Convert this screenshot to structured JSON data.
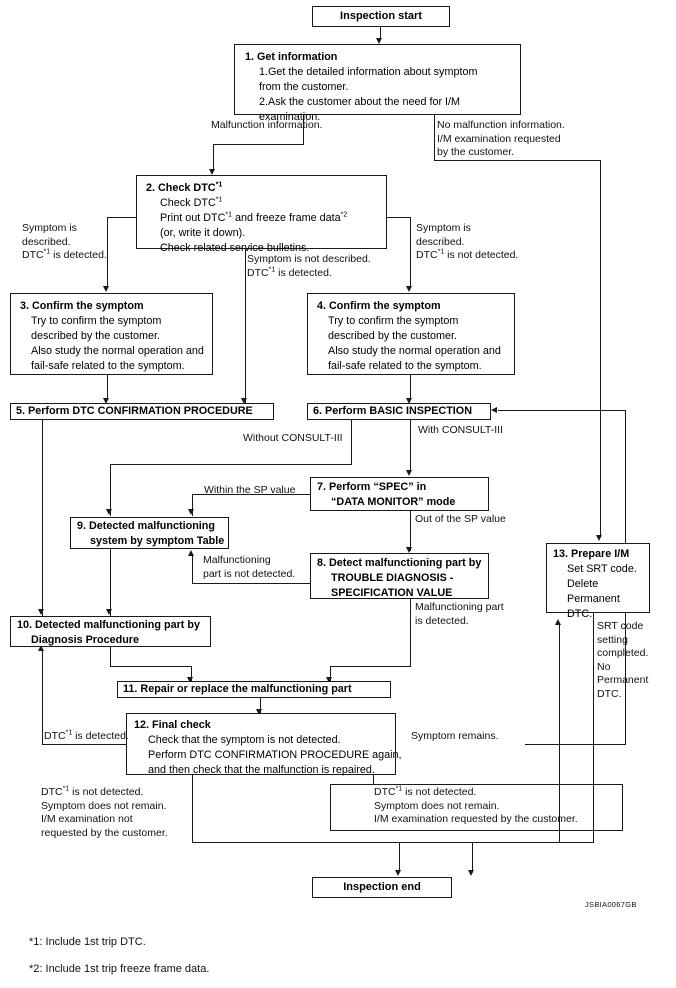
{
  "figure": {
    "code": "JSBIA0067GB"
  },
  "nodes": {
    "start": {
      "label": "Inspection start"
    },
    "end": {
      "label": "Inspection end"
    },
    "n1": {
      "title": "1. Get information",
      "lines": [
        "1.Get the detailed information about symptom",
        "   from the customer.",
        "2.Ask the customer about the need for I/M",
        "   examination."
      ]
    },
    "n2": {
      "title": "2. Check DTC*1",
      "lines": [
        "Check DTC*1",
        "Print out DTC*1 and freeze frame data*2",
        "(or, write it down).",
        "Check related service bulletins."
      ]
    },
    "n3": {
      "title": "3. Confirm the symptom",
      "lines": [
        "Try to confirm the symptom",
        "described by the customer.",
        "Also study the normal operation and",
        "fail-safe related to the symptom."
      ]
    },
    "n4": {
      "title": "4. Confirm the symptom",
      "lines": [
        "Try to confirm the symptom",
        "described by the customer.",
        "Also study the normal operation and",
        "fail-safe related to the symptom."
      ]
    },
    "n5": {
      "title": "5. Perform DTC CONFIRMATION PROCEDURE"
    },
    "n6": {
      "title": "6. Perform BASIC INSPECTION"
    },
    "n7": {
      "title": "7. Perform “SPEC” in",
      "lines": [
        "“DATA MONITOR” mode"
      ]
    },
    "n8": {
      "title": "8. Detect malfunctioning part by",
      "lines": [
        "TROUBLE DIAGNOSIS -",
        "SPECIFICATION VALUE"
      ]
    },
    "n9": {
      "title": "9. Detected malfunctioning",
      "lines": [
        "system by symptom Table"
      ]
    },
    "n10": {
      "title": "10. Detected malfunctioning part by",
      "lines": [
        "Diagnosis Procedure"
      ]
    },
    "n11": {
      "title": "11. Repair or replace the malfunctioning part"
    },
    "n12": {
      "title": "12. Final check",
      "lines": [
        "Check that the symptom is not detected.",
        "Perform DTC CONFIRMATION PROCEDURE again,",
        "and then check that the malfunction is repaired."
      ]
    },
    "n13": {
      "title": "13. Prepare I/M",
      "lines": [
        "Set SRT code.",
        "Delete",
        "Permanent",
        "DTC."
      ]
    }
  },
  "edge_labels": {
    "malfunction_information": "Malfunction information.",
    "no_malfunction": "No malfunction information.\nI/M examination requested\nby the customer.",
    "sym_desc_dtc_detected": "Symptom is\ndescribed.\nDTC*1 is detected.",
    "sym_not_desc_dtc_detected": "Symptom is not described.\nDTC*1 is detected.",
    "sym_desc_dtc_not_detected": "Symptom is\ndescribed.\nDTC*1 is not detected.",
    "without_consult": "Without CONSULT-III",
    "with_consult": "With CONSULT-III",
    "within_sp": "Within the SP value",
    "out_of_sp": "Out of the SP value",
    "part_not_detected": "Malfunctioning\npart is not detected.",
    "part_detected": "Malfunctioning part\nis detected.",
    "dtc_detected": "DTC*1 is detected.",
    "symptom_remains": "Symptom remains.",
    "srt_completed": "SRT code\nsetting\ncompleted.\nNo\nPermanent\nDTC.",
    "final_left": "DTC*1 is not detected.\nSymptom does not remain.\nI/M examination not\nrequested by the customer.",
    "final_right": "DTC*1 is not detected.\nSymptom does not remain.\nI/M examination requested by the customer."
  },
  "footnotes": [
    "*1: Include 1st trip DTC.",
    "*2: Include 1st trip freeze frame data."
  ]
}
